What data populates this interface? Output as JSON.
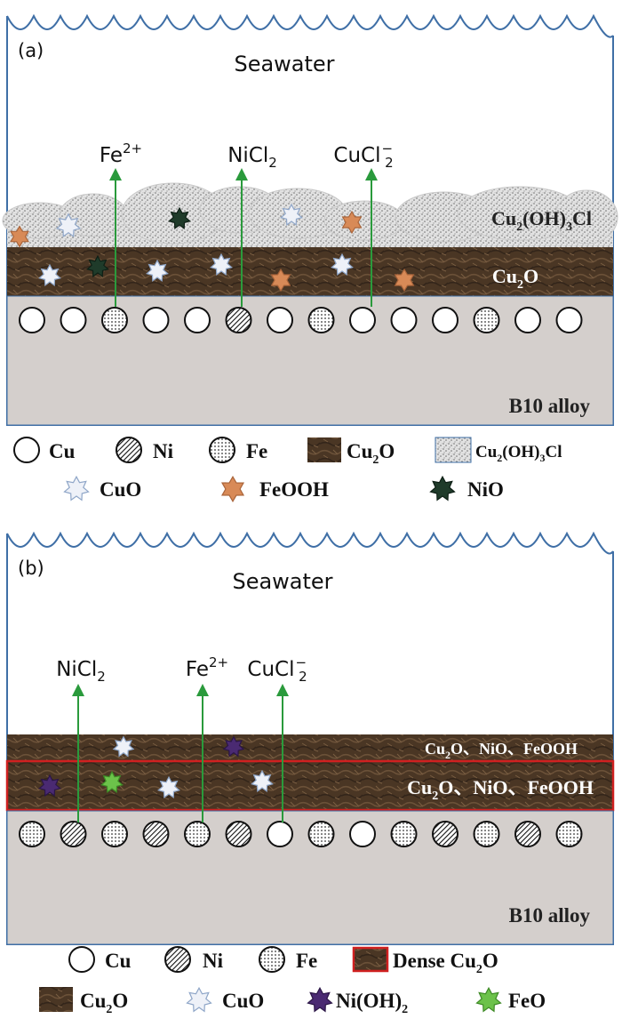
{
  "panel_a": {
    "label": "(a)",
    "medium": "Seawater",
    "species": [
      {
        "base": "Fe",
        "sup": "2+",
        "sub": ""
      },
      {
        "base": "NiCl",
        "sup": "",
        "sub": "2"
      },
      {
        "base": "CuCl",
        "sup": "−",
        "sub": "2"
      }
    ],
    "outer_layer": {
      "p1": "Cu",
      "s1": "2",
      "p2": "(OH)",
      "s2": "3",
      "p3": "Cl"
    },
    "inner_layer": {
      "p1": "Cu",
      "s1": "2",
      "p2": "O"
    },
    "substrate": "B10 alloy",
    "atom_row": [
      "Cu",
      "Cu",
      "Fe",
      "Cu",
      "Cu",
      "Ni",
      "Cu",
      "Fe",
      "Cu",
      "Cu",
      "Cu",
      "Fe",
      "Cu",
      "Cu"
    ],
    "legend_row1": [
      {
        "type": "Cu",
        "label": "Cu"
      },
      {
        "type": "Ni",
        "label": "Ni"
      },
      {
        "type": "Fe",
        "label": "Fe"
      },
      {
        "type": "brown",
        "p1": "Cu",
        "s1": "2",
        "p2": "O"
      },
      {
        "type": "gray",
        "p1": "Cu",
        "s1": "2",
        "p2": "(OH)",
        "s2": "3",
        "p3": "Cl"
      }
    ],
    "legend_row2": [
      {
        "type": "CuO",
        "label": "CuO"
      },
      {
        "type": "FeOOH",
        "label": "FeOOH"
      },
      {
        "type": "NiO",
        "label": "NiO"
      }
    ]
  },
  "panel_b": {
    "label": "(b)",
    "medium": "Seawater",
    "species": [
      {
        "base": "NiCl",
        "sup": "",
        "sub": "2"
      },
      {
        "base": "Fe",
        "sup": "2+",
        "sub": ""
      },
      {
        "base": "CuCl",
        "sup": "−",
        "sub": "2"
      }
    ],
    "upper_layer": {
      "p1": "Cu",
      "s1": "2",
      "p2": "O、NiO、FeOOH"
    },
    "dense_layer": {
      "p1": "Cu",
      "s1": "2",
      "p2": "O、NiO、FeOOH"
    },
    "substrate": "B10 alloy",
    "atom_row": [
      "Fe",
      "Ni",
      "Fe",
      "Ni",
      "Fe",
      "Ni",
      "Cu",
      "Fe",
      "Cu",
      "Fe",
      "Ni",
      "Fe",
      "Ni",
      "Fe"
    ],
    "legend_row1": [
      {
        "type": "Cu",
        "label": "Cu"
      },
      {
        "type": "Ni",
        "label": "Ni"
      },
      {
        "type": "Fe",
        "label": "Fe"
      },
      {
        "type": "dense",
        "p1": "Dense Cu",
        "s1": "2",
        "p2": "O"
      }
    ],
    "legend_row2": [
      {
        "type": "brown",
        "p1": "Cu",
        "s1": "2",
        "p2": "O"
      },
      {
        "type": "CuO",
        "label": "CuO"
      },
      {
        "type": "NiOH2",
        "p1": "Ni(OH)",
        "s1": "2"
      },
      {
        "type": "FeO",
        "label": "FeO"
      }
    ]
  },
  "colors": {
    "outline_blue": "#3f6fa6",
    "arrow_green": "#2a9a3c",
    "brown": "#4a3624",
    "substrate": "#d4cfcc",
    "cuO": "#eef1f8",
    "feOOH": "#d88a57",
    "niO": "#1f3b2a",
    "niOH2": "#4a2a72",
    "feO": "#6cc24a",
    "dense_border": "#d02020"
  }
}
